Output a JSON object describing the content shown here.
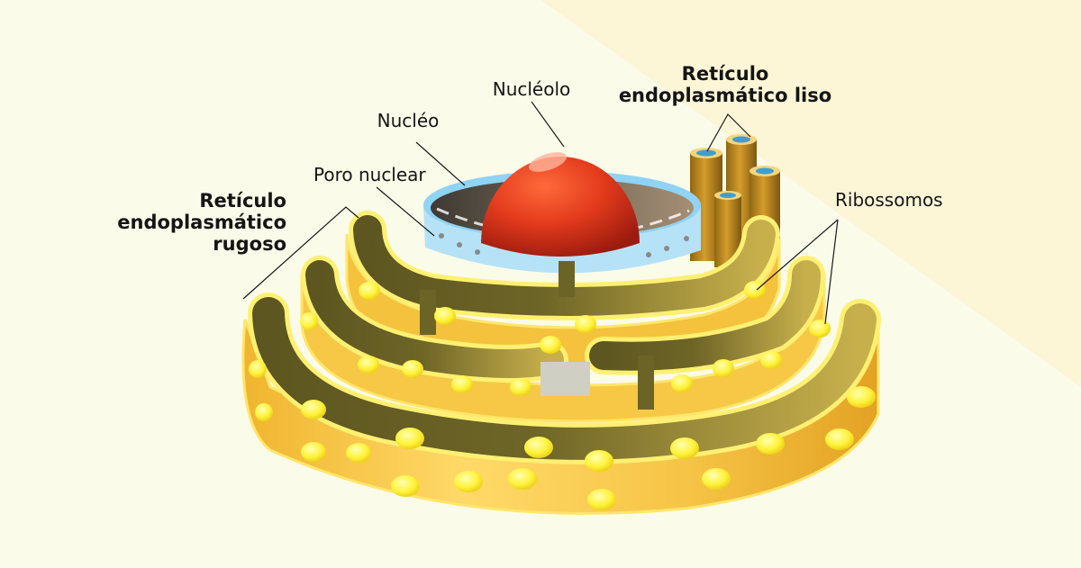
{
  "labels": {
    "nucleolo": "Nucléolo",
    "nucleo": "Nucléo",
    "poro_nuclear": "Poro nuclear",
    "rugoso": [
      "Retículo",
      "endoplasmático",
      "rugoso"
    ],
    "liso": [
      "Retículo",
      "endoplasmático liso"
    ],
    "ribossomos": "Ribossomos"
  },
  "colors": {
    "background": "#fbfbe9",
    "background_band": "#fdf3c6",
    "membrane": "#f2bd3a",
    "membrane_light": "#ffe58e",
    "lumen": "#6b6426",
    "ribosome": "#fff34a",
    "nucleolus": "#d8301c",
    "nuclear_envelope": "#8fd3f5",
    "smooth_er": "#b6841e"
  }
}
